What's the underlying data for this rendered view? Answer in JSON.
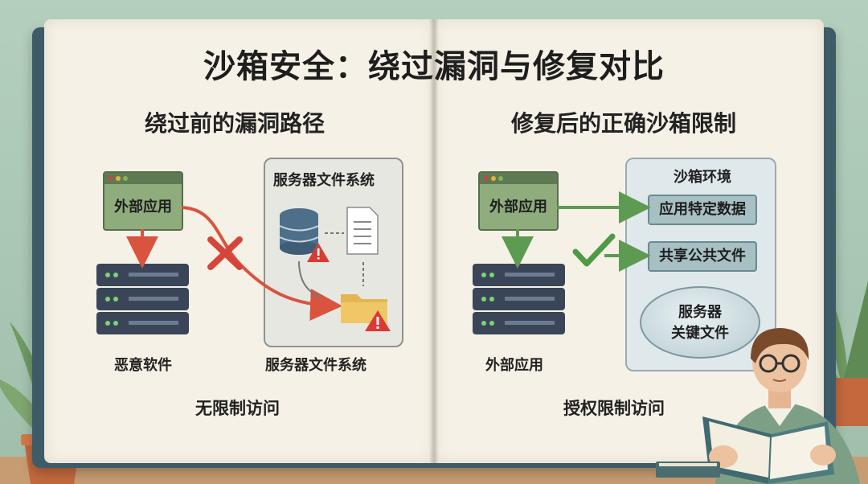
{
  "title": "沙箱安全：绕过漏洞与修复对比",
  "left": {
    "subtitle": "绕过前的漏洞路径",
    "app_label": "外部应用",
    "panel_title": "服务器文件系统",
    "server_label": "恶意软件",
    "panel_footer": "服务器文件系统",
    "caption": "无限制访问"
  },
  "right": {
    "subtitle": "修复后的正确沙箱限制",
    "app_label": "外部应用",
    "panel_title": "沙箱环境",
    "box1": "应用特定数据",
    "box2": "共享公共文件",
    "ellipse_line1": "服务器",
    "ellipse_line2": "关键文件",
    "server_label": "外部应用",
    "caption": "授权限制访问"
  },
  "colors": {
    "red_arrow": "#d9533f",
    "green_arrow": "#5e9b52",
    "server": "#3a4658",
    "warning": "#d93b34",
    "folder": "#e5b454"
  }
}
